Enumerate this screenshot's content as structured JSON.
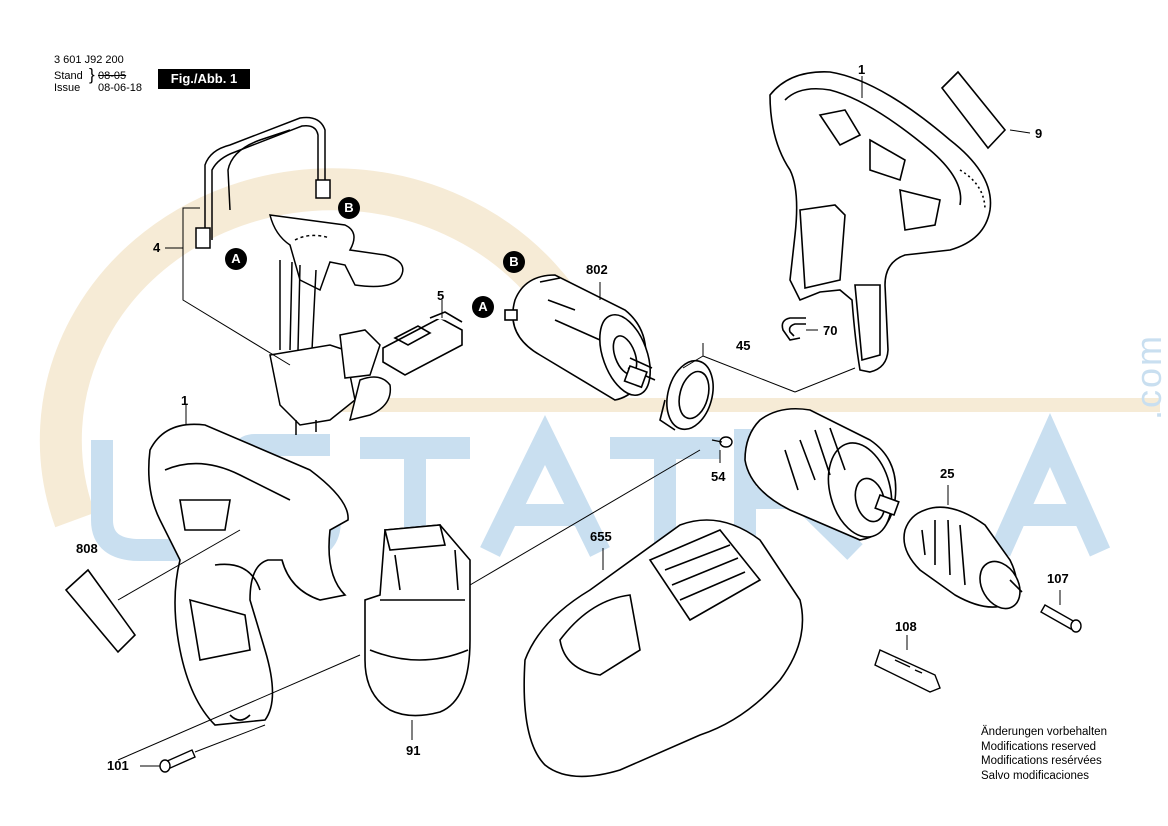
{
  "header": {
    "part_number": "3 601  J92 200",
    "stand_label": "Stand",
    "stand_date": "08-05",
    "issue_label": "Issue",
    "issue_date": "08-06-18",
    "figure_label": "Fig./Abb. 1"
  },
  "callouts": [
    {
      "id": "c1a",
      "text": "1"
    },
    {
      "id": "c9",
      "text": "9"
    },
    {
      "id": "c4",
      "text": "4"
    },
    {
      "id": "c802",
      "text": "802"
    },
    {
      "id": "c5",
      "text": "5"
    },
    {
      "id": "c70",
      "text": "70"
    },
    {
      "id": "c45",
      "text": "45"
    },
    {
      "id": "c1b",
      "text": "1"
    },
    {
      "id": "c54",
      "text": "54"
    },
    {
      "id": "c25",
      "text": "25"
    },
    {
      "id": "c808",
      "text": "808"
    },
    {
      "id": "c655",
      "text": "655"
    },
    {
      "id": "c107",
      "text": "107"
    },
    {
      "id": "c108",
      "text": "108"
    },
    {
      "id": "c91",
      "text": "91"
    },
    {
      "id": "c101",
      "text": "101"
    }
  ],
  "connectors": [
    {
      "id": "A1",
      "text": "A"
    },
    {
      "id": "B1",
      "text": "B"
    },
    {
      "id": "B2",
      "text": "B"
    },
    {
      "id": "A2",
      "text": "A"
    }
  ],
  "notes": [
    "Änderungen vorbehalten",
    "Modifications reserved",
    "Modifications resérvées",
    "Salvo modificaciones"
  ],
  "watermark": {
    "text": "USTATRA",
    "suffix": ".com",
    "color": "#c9dff0",
    "ring_color": "#f6ebd6"
  },
  "colors": {
    "line": "#000000",
    "background": "#ffffff"
  }
}
